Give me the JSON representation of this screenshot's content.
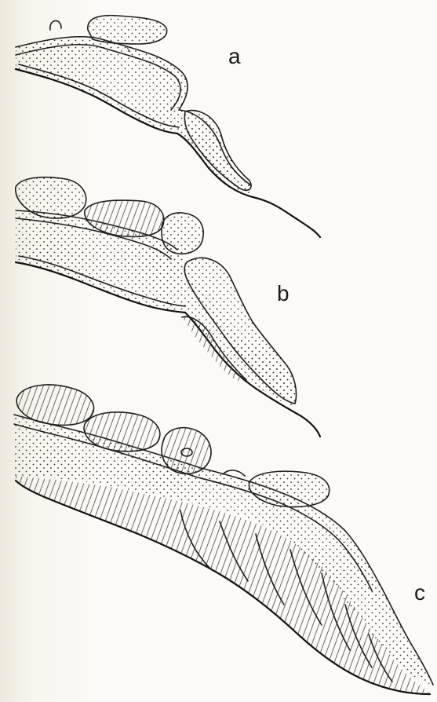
{
  "panels": [
    {
      "id": "a",
      "label": "a"
    },
    {
      "id": "b",
      "label": "b"
    },
    {
      "id": "c",
      "label": "c"
    }
  ],
  "colors": {
    "ink": "#1d1d1d",
    "paper": "#fbfaf6",
    "stipple": "#333333"
  }
}
